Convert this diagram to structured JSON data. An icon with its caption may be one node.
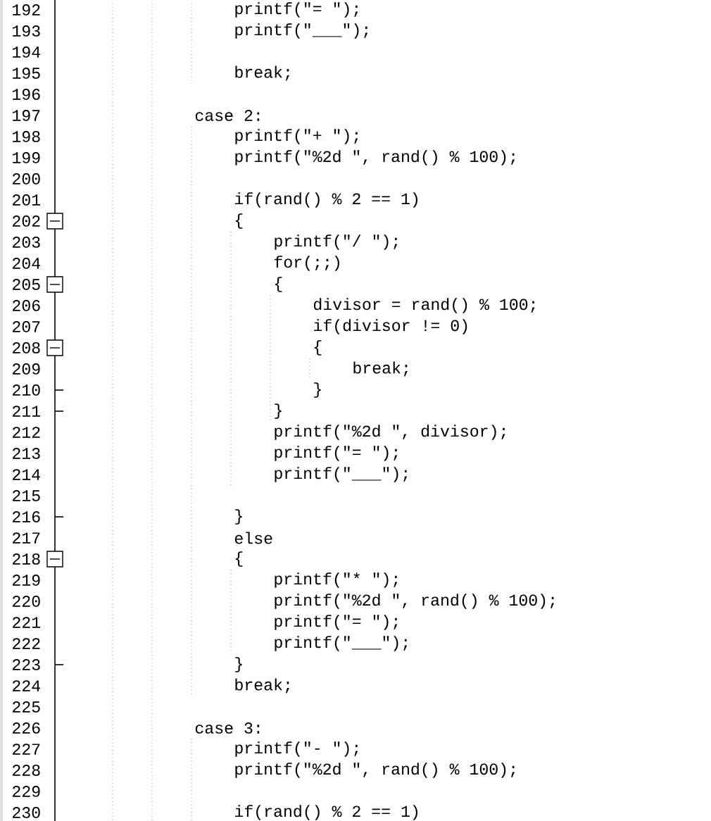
{
  "diagram": {
    "labels": [
      "192",
      "printf(\"= \");",
      "193",
      "printf(\"___\");",
      "194",
      "195",
      "break;",
      "196",
      "197",
      "case 2:",
      "198",
      "printf(\"+ \");",
      "199",
      "printf(\"%2d \", rand() % 100);",
      "200",
      "201",
      "if(rand() % 2 == 1)",
      "202",
      "{",
      "203",
      "printf(\"/ \");",
      "204",
      "for(;;)",
      "205",
      "{",
      "206",
      "divisor = rand() % 100;",
      "207",
      "if(divisor != 0)",
      "208",
      "{",
      "209",
      "break;",
      "210",
      "}",
      "211",
      "}",
      "212",
      "printf(\"%2d \", divisor);",
      "213",
      "printf(\"= \");",
      "214",
      "printf(\"___\");",
      "215",
      "216",
      "}",
      "217",
      "else",
      "218",
      "{",
      "219",
      "printf(\"* \");",
      "220",
      "printf(\"%2d \", rand() % 100);",
      "221",
      "printf(\"= \");",
      "222",
      "printf(\"___\");",
      "223",
      "}",
      "224",
      "break;",
      "225",
      "226",
      "case 3:",
      "227",
      "printf(\"- \");",
      "228",
      "printf(\"%2d \", rand() % 100);",
      "229",
      "230",
      "if(rand() % 2 == 1)"
    ]
  }
}
